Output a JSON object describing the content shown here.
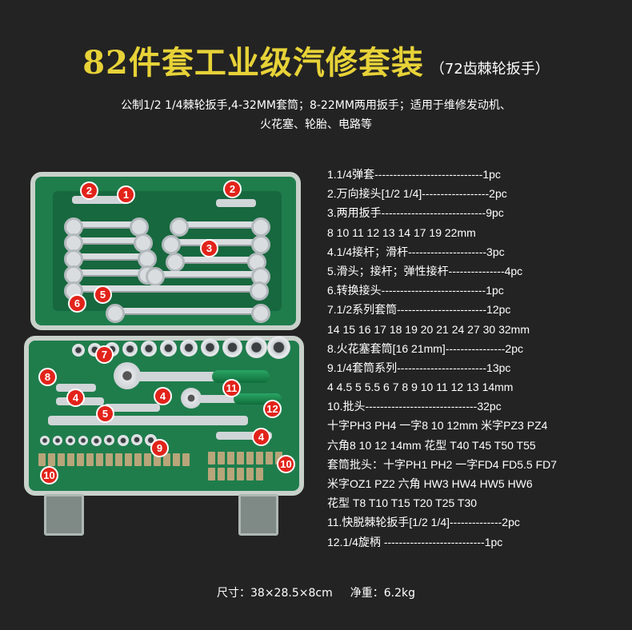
{
  "title": "82件套工业级汽修套装",
  "title_note": "（72齿棘轮扳手）",
  "subtitle_line1": "公制1/2 1/4棘轮扳手,4-32MM套筒；8-22MM两用扳手；适用于维修发动机、",
  "subtitle_line2": "火花塞、轮胎、电路等",
  "callouts": [
    "2",
    "1",
    "2",
    "3",
    "5",
    "6",
    "7",
    "8",
    "4",
    "4",
    "5",
    "11",
    "12",
    "4",
    "9",
    "10",
    "10"
  ],
  "parts_list": [
    "1.1/4弹套-----------------------------1pc",
    "2.万向接头[1/2 1/4]------------------2pc",
    "3.两用扳手----------------------------9pc",
    "8 10 11 12 13 14 17 19 22mm",
    "4.1/4接杆；滑杆---------------------3pc",
    "5.滑头；接杆；弹性接杆---------------4pc",
    "6.转换接头----------------------------1pc",
    "7.1/2系列套筒------------------------12pc",
    "14 15 16 17 18 19 20 21 24 27 30 32mm",
    "8.火花塞套筒[16 21mm]----------------2pc",
    "9.1/4套筒系列------------------------13pc",
    "4 4.5 5 5.5 6 7 8 9 10 11 12 13 14mm",
    "10.批头------------------------------32pc",
    "十字PH3 PH4 一字8 10 12mm  米字PZ3 PZ4",
    "六角8 10 12 14mm  花型 T40 T45 T50 T55",
    "套筒批头：十字PH1 PH2   一字FD4 FD5.5 FD7",
    "米字OZ1 PZ2  六角 HW3 HW4 HW5 HW6",
    "花型 T8 T10 T15 T20 T25 T30",
    "11.快脱棘轮扳手[1/2 1/4]--------------2pc",
    "12.1/4旋柄 ---------------------------1pc"
  ],
  "footer": {
    "size": "尺寸：38×28.5×8cm",
    "weight": "净重：6.2kg"
  },
  "colors": {
    "background": "#232323",
    "title": "#e7d238",
    "case_green": "#1f7d4c",
    "callout_red": "#e2231a"
  }
}
